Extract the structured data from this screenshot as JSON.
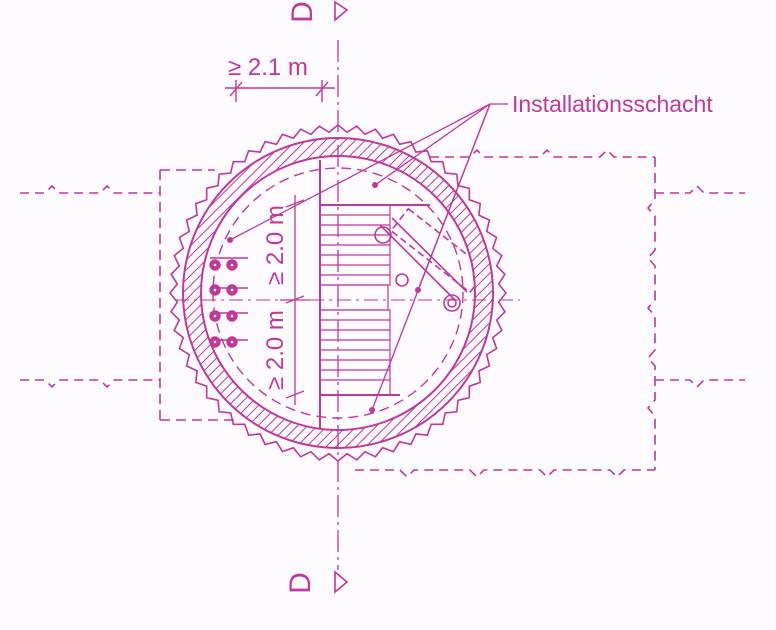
{
  "drawing": {
    "color": "#c0389a",
    "section_marker_top": "D",
    "section_marker_bottom": "D",
    "dimension_top": "≥ 2.1 m",
    "dimension_vertical_upper": "≥ 2.0 m",
    "dimension_vertical_lower": "≥ 2.0 m",
    "callout_label": "Installationsschacht"
  }
}
